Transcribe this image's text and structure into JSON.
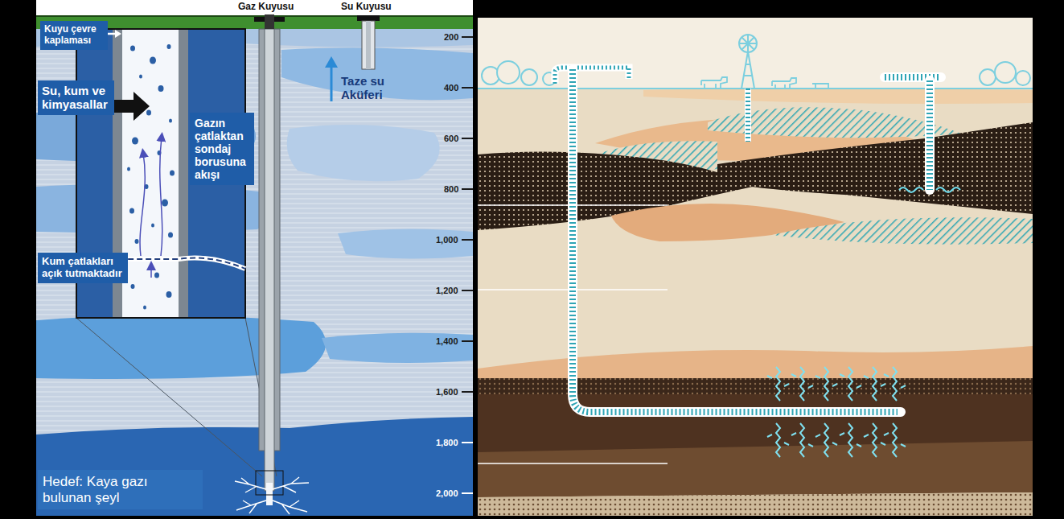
{
  "diagram": {
    "nodes": [
      {
        "text": [
          "Kuyu çevre kaplaması"
        ]
      },
      {
        "text": [
          "Su, kum ve kimyasallar"
        ]
      },
      {
        "text": [
          "Gazın çatlaktan sondaj borusuna akışı"
        ]
      },
      {
        "text": [
          "Kum çatlakları açık tutmaktadır"
        ]
      },
      {
        "text": [
          "Hedef: Kaya gazı bulunan şeyl"
        ]
      }
    ],
    "labels": [
      "Gaz Kuyusu",
      "Su Kuyusu",
      "Taze su Aküferi",
      "200",
      "400",
      "600",
      "800",
      "1,000",
      "1,200",
      "1,400",
      "1,600",
      "1,800",
      "2,000"
    ]
  }
}
